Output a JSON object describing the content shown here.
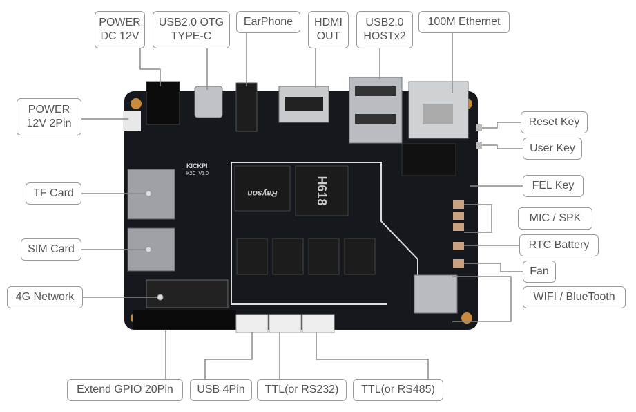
{
  "labels": {
    "power_dc": [
      "POWER",
      "DC 12V"
    ],
    "usb_otg": [
      "USB2.0 OTG",
      "TYPE-C"
    ],
    "earphone": "EarPhone",
    "hdmi": [
      "HDMI",
      "OUT"
    ],
    "usb_host": [
      "USB2.0",
      "HOSTx2"
    ],
    "ethernet": "100M Ethernet",
    "power_2pin": [
      "POWER",
      "12V 2Pin"
    ],
    "tf_card": "TF Card",
    "sim_card": "SIM Card",
    "network_4g": "4G Network",
    "gpio": "Extend GPIO 20Pin",
    "usb_4pin": "USB 4Pin",
    "ttl_rs232": "TTL(or RS232)",
    "ttl_rs485": "TTL(or RS485)",
    "reset_key": "Reset Key",
    "user_key": "User Key",
    "fel_key": "FEL Key",
    "mic_spk": "MIC / SPK",
    "rtc_battery": "RTC Battery",
    "fan": "Fan",
    "wifi_bt": "WIFI / BlueTooth"
  },
  "board": {
    "brand": "KICKPI",
    "model": "K2C_V1.0",
    "soc": "H618",
    "memory_brand": "Rayson"
  },
  "colors": {
    "pcb": "#15181c",
    "label_border": "#9a9a9a",
    "label_text": "#555555",
    "line": "#8a8a8a"
  }
}
